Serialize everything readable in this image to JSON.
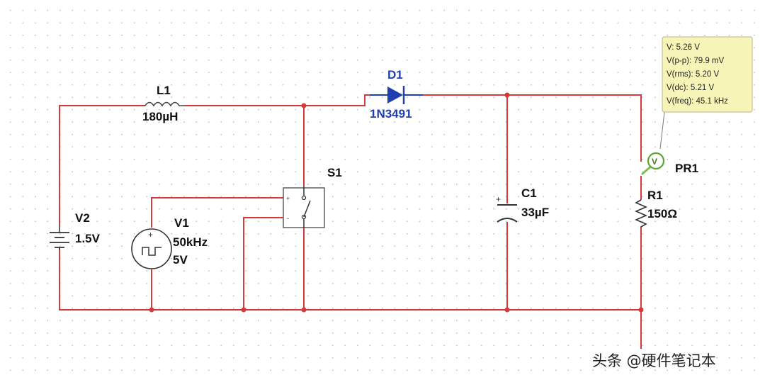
{
  "components": {
    "L1": {
      "name": "L1",
      "value": "180µH"
    },
    "D1": {
      "name": "D1",
      "value": "1N3491"
    },
    "S1": {
      "name": "S1"
    },
    "V2": {
      "name": "V2",
      "value": "1.5V"
    },
    "V1": {
      "name": "V1",
      "freq": "50kHz",
      "amplitude": "5V"
    },
    "C1": {
      "name": "C1",
      "value": "33µF"
    },
    "R1": {
      "name": "R1",
      "value": "150Ω"
    },
    "PR1": {
      "name": "PR1",
      "symbol": "V"
    }
  },
  "probe": {
    "readings": [
      "V: 5.26 V",
      "V(p-p): 79.9 mV",
      "V(rms): 5.20 V",
      "V(dc): 5.21 V",
      "V(freq): 45.1 kHz"
    ]
  },
  "watermark": "头条 @硬件笔记本",
  "colors": {
    "wire": "#d43a3a",
    "component": "#333333",
    "diode": "#1f3fb0",
    "probe_bg": "#f7f4b8",
    "probe_ring": "#5aa534"
  }
}
